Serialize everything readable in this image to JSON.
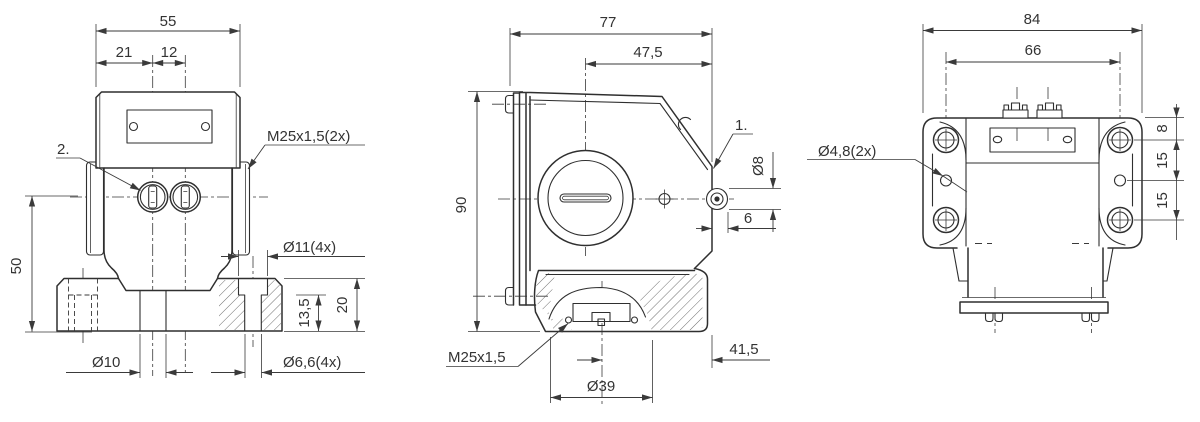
{
  "title": "Technical dimension drawing - switch housing, three orthographic views",
  "colors": {
    "line": "#2f2f2f",
    "dim_line": "#3a3a3a",
    "background": "#ffffff"
  },
  "front_view": {
    "dims": {
      "overall_width": "55",
      "gland_offset": "21",
      "gland_spacing": "12",
      "height_to_axis": "50",
      "counterbore_dia": "Ø11(4x)",
      "counterbore_depth": "13,5",
      "foot_height": "20",
      "center_hole_dia": "Ø10",
      "mounting_hole_dia": "Ø6,6(4x)"
    },
    "callouts": {
      "item_2": "2.",
      "cable_gland": "M25x1,5(2x)"
    }
  },
  "side_view": {
    "dims": {
      "overall_depth": "77",
      "axis_to_back": "47,5",
      "overall_height": "90",
      "plunger_dia": "Ø8",
      "plunger_clearance": "6",
      "boss_offset": "41,5",
      "boss_dia": "Ø39"
    },
    "callouts": {
      "item_1": "1.",
      "cable_gland": "M25x1,5"
    }
  },
  "rear_view": {
    "dims": {
      "overall_width": "84",
      "screw_spacing": "66",
      "screw_offset": "8",
      "pitch_upper": "15",
      "pitch_lower": "15"
    },
    "callouts": {
      "fixing_holes": "Ø4,8(2x)"
    }
  }
}
